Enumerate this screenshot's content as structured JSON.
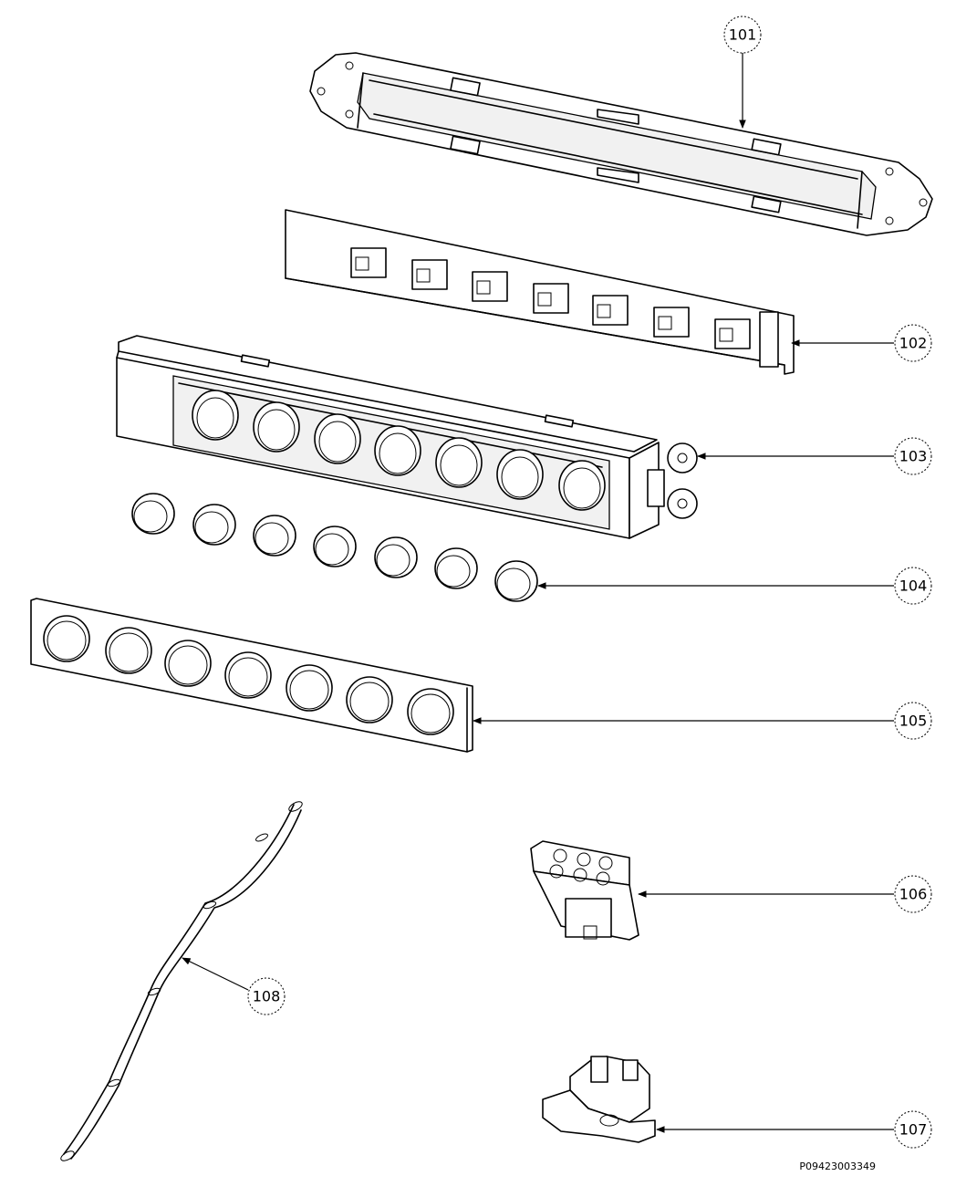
{
  "callouts": [
    {
      "id": "101",
      "label": "101"
    },
    {
      "id": "102",
      "label": "102"
    },
    {
      "id": "103",
      "label": "103"
    },
    {
      "id": "104",
      "label": "104"
    },
    {
      "id": "105",
      "label": "105"
    },
    {
      "id": "106",
      "label": "106"
    },
    {
      "id": "107",
      "label": "107"
    },
    {
      "id": "108",
      "label": "108"
    }
  ],
  "drawing_code": "P09423003349",
  "colors": {
    "ink": "#000000",
    "background": "#ffffff"
  }
}
